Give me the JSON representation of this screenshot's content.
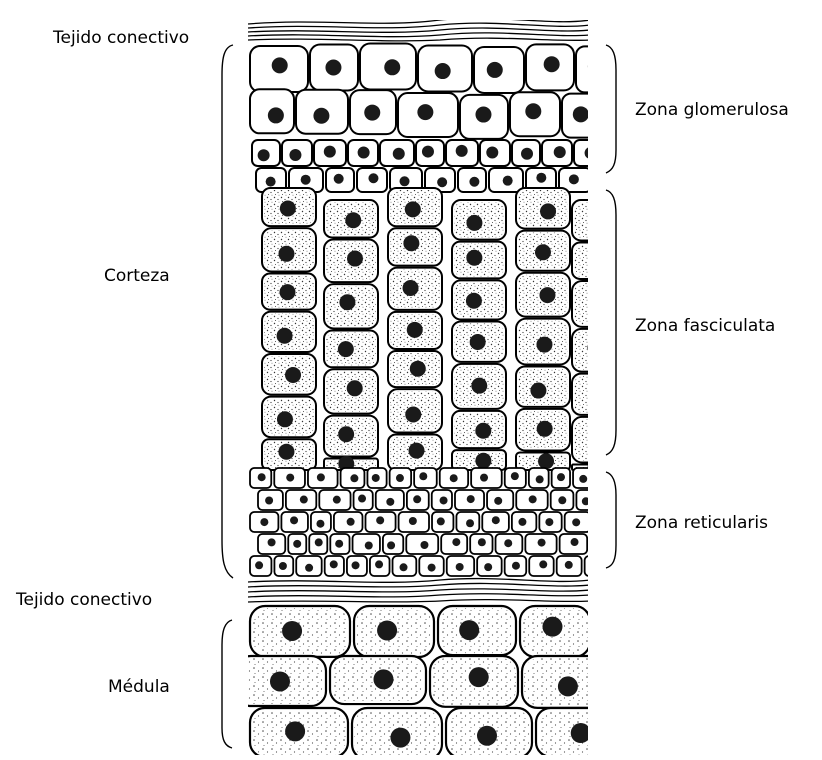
{
  "labels": {
    "top_connective": "Tejido conectivo",
    "cortex": "Corteza",
    "bottom_connective": "Tejido conectivo",
    "medulla": "Médula",
    "glomerulosa": "Zona glomerulosa",
    "fasciculata": "Zona fasciculata",
    "reticularis": "Zona reticularis"
  },
  "colors": {
    "ink": "#000000",
    "background": "#ffffff",
    "cell_fill": "#ffffff",
    "nucleus": "#1a1a1a",
    "stipple": "#4a4a4a"
  }
}
